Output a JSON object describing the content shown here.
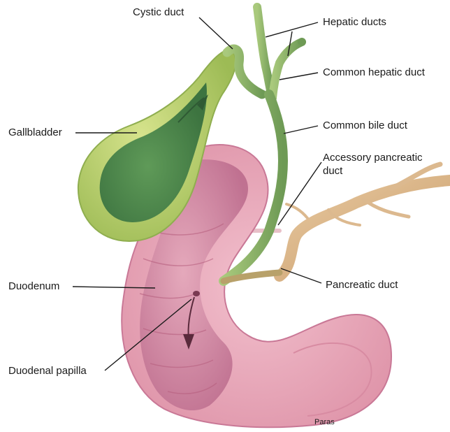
{
  "labels": {
    "cystic_duct": "Cystic duct",
    "hepatic_ducts": "Hepatic ducts",
    "common_hepatic_duct": "Common hepatic duct",
    "gallbladder": "Gallbladder",
    "common_bile_duct": "Common bile duct",
    "accessory_pancreatic_duct_line1": "Accessory pancreatic",
    "accessory_pancreatic_duct_line2": "duct",
    "duodenum": "Duodenum",
    "pancreatic_duct": "Pancreatic duct",
    "duodenal_papilla": "Duodenal papilla"
  },
  "signature": "Paras",
  "colors": {
    "gallbladder_outer": "#b9cf6a",
    "gallbladder_inner": "#4f8a4a",
    "bile_duct": "#8db66a",
    "duodenum_outer": "#e6a3b5",
    "duodenum_inner": "#c97896",
    "pancreatic_duct": "#d9b48a",
    "leader_line": "#1a1a1a"
  }
}
